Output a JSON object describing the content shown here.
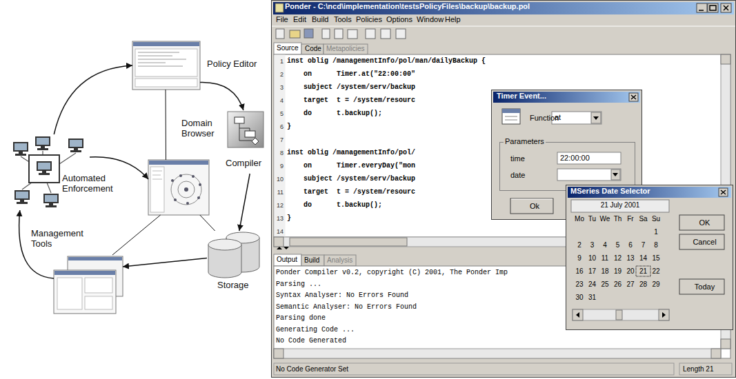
{
  "diagram": {
    "nodes": [
      {
        "text": [
          "Automated Enforcement"
        ]
      },
      {
        "text": [
          "Policy Editor"
        ]
      },
      {
        "text": [
          "Domain Browser"
        ]
      },
      {
        "text": [
          "Compiler"
        ]
      },
      {
        "text": [
          "Storage"
        ]
      },
      {
        "text": [
          "Management Tools"
        ]
      },
      {
        "text": [
          "Ponder - C:\\ncd\\implementation\\testsPolicyFiles\\backup\\backup.pol"
        ]
      },
      {
        "text": [
          "Timer Event..."
        ],
        "in": 6
      },
      {
        "text": [
          "Ok"
        ],
        "in": 7
      },
      {
        "text": [
          "MSeries Date Selector"
        ],
        "in": 6
      },
      {
        "text": [
          "OK"
        ],
        "in": 9
      },
      {
        "text": [
          "Cancel"
        ],
        "in": 9
      },
      {
        "text": [
          "Today"
        ],
        "in": 9
      }
    ],
    "edges": [
      {
        "from": 0,
        "to": 1,
        "arrow": "to"
      },
      {
        "from": 0,
        "to": 2,
        "arrow": "to"
      },
      {
        "from": 1,
        "to": 3,
        "arrow": "to"
      },
      {
        "from": 3,
        "to": 4,
        "arrow": "to"
      },
      {
        "from": 4,
        "to": 5,
        "arrow": "to"
      },
      {
        "from": 5,
        "to": 0,
        "arrow": "to"
      },
      {
        "from": 1,
        "to": 2,
        "arrow": "none"
      },
      {
        "from": 2,
        "to": 5,
        "arrow": "none"
      },
      {
        "from": 2,
        "to": 4,
        "arrow": "none"
      }
    ],
    "labels": [
      "File",
      "Edit",
      "Build",
      "Tools",
      "Policies",
      "Options",
      "Window",
      "Help",
      "Source",
      "Code",
      "Metapolicies",
      "1",
      "2",
      "3",
      "4",
      "5",
      "6",
      "7",
      "8",
      "9",
      "10",
      "11",
      "12",
      "13",
      "14",
      "inst oblig /managementInfo/pol/man/dailyBackup {",
      "on      Timer.at(\"22:00:00\"",
      "subject /system/serv/backup",
      "target  t = /system/resourc",
      "do      t.backup();",
      "}",
      "inst oblig /managementInfo/pol/",
      "on      Timer.everyDay(\"mon",
      "subject /system/serv/backup",
      "target  t = /system/resourc",
      "do      t.backup();",
      "}",
      "Output",
      "Build",
      "Analysis",
      "Ponder Compiler v0.2, copyright (C) 2001, The Ponder Imp",
      "Parsing ...",
      "Syntax Analyser: No Errors Found",
      "Semantic Analyser: No Errors Found",
      "Parsing done",
      "Generating Code ...",
      "No Code Generated",
      "No Code Generator Set",
      "Length 21",
      "Function",
      "at",
      "Parameters",
      "time",
      "22:00:00",
      "date",
      "21 July 2001",
      "Mo",
      "Tu",
      "We",
      "Th",
      "Fr",
      "Sa",
      "Su",
      "1",
      "2",
      "3",
      "4",
      "5",
      "6",
      "7",
      "8",
      "9",
      "10",
      "11",
      "12",
      "13",
      "14",
      "15",
      "16",
      "17",
      "18",
      "19",
      "20",
      "21",
      "22",
      "23",
      "24",
      "25",
      "26",
      "27",
      "28",
      "29",
      "30",
      "31"
    ]
  }
}
